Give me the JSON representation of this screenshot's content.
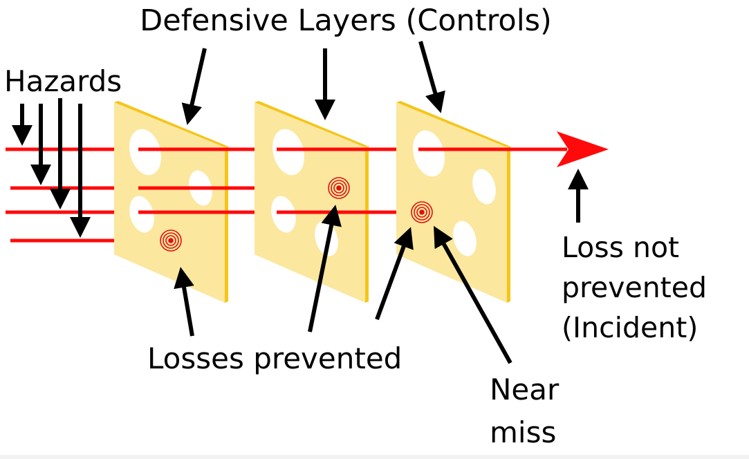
{
  "labels": {
    "title": "Defensive Layers (Controls)",
    "hazards": "Hazards",
    "losses_prevented": "Losses prevented",
    "near_miss_line1": "Near",
    "near_miss_line2": "miss",
    "loss_not_prevented_line1": "Loss not",
    "loss_not_prevented_line2": "prevented",
    "loss_not_prevented_line3": "(Incident)"
  },
  "colors": {
    "hazard_line": "#ff0a0a",
    "layer_fill": "#fbe79e",
    "layer_edge": "#f5c518",
    "hole_fill": "#ffffff",
    "arrow": "#000000"
  },
  "icons": {
    "layer": "swiss-cheese-slice",
    "stop": "concentric-circle-target",
    "pointer": "black-arrow"
  }
}
